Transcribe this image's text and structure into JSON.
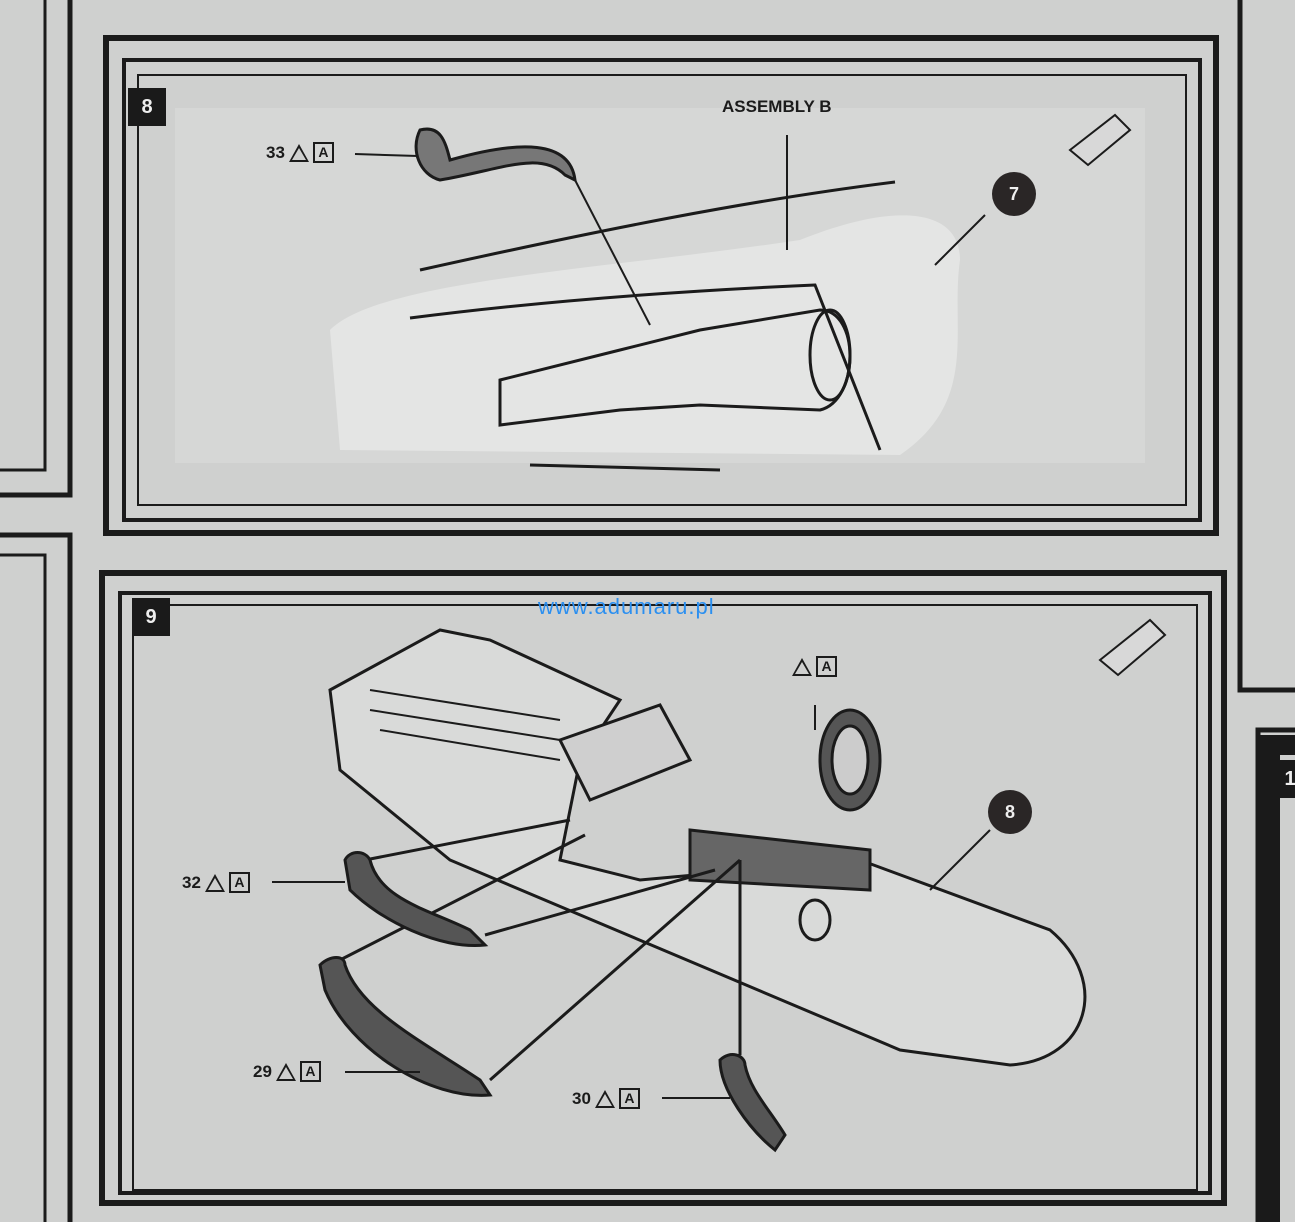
{
  "step8": {
    "step_number": "8",
    "title": "ASSEMBLY B",
    "reference_badge": "7",
    "parts": [
      {
        "number": "33",
        "paint": "A"
      }
    ]
  },
  "step9": {
    "step_number": "9",
    "reference_badge": "8",
    "parts": [
      {
        "number": "32",
        "paint": "A"
      },
      {
        "number": "29",
        "paint": "A"
      },
      {
        "number": "30",
        "paint": "A"
      },
      {
        "number": "",
        "paint": "A"
      }
    ]
  },
  "edge_panel_step": "1",
  "watermark": "www.adumaru.pl",
  "colors": {
    "paper": "#cfd0cf",
    "ink": "#1b1b1b",
    "watermark": "#2b8ff0"
  }
}
